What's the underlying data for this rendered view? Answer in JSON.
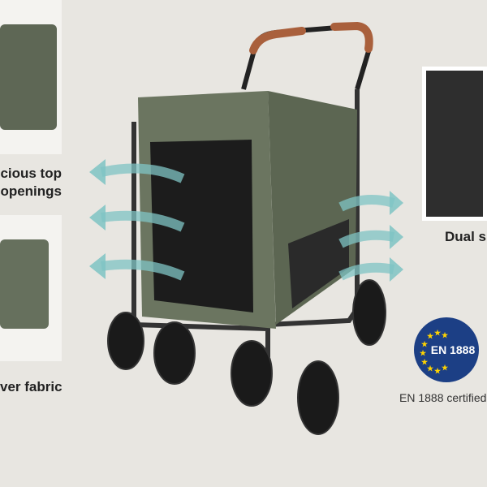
{
  "features": {
    "top_openings": {
      "line1": "cious top",
      "line2": "openings"
    },
    "cover_fabric": "ver fabric",
    "dual": "Dual s"
  },
  "certification": {
    "badge": "EN 1888",
    "caption": "EN 1888 certified"
  },
  "colors": {
    "background": "#e8e6e1",
    "fabric": "#6b7560",
    "arrow": "#7fc4c4",
    "badge": "#1c3f85"
  }
}
